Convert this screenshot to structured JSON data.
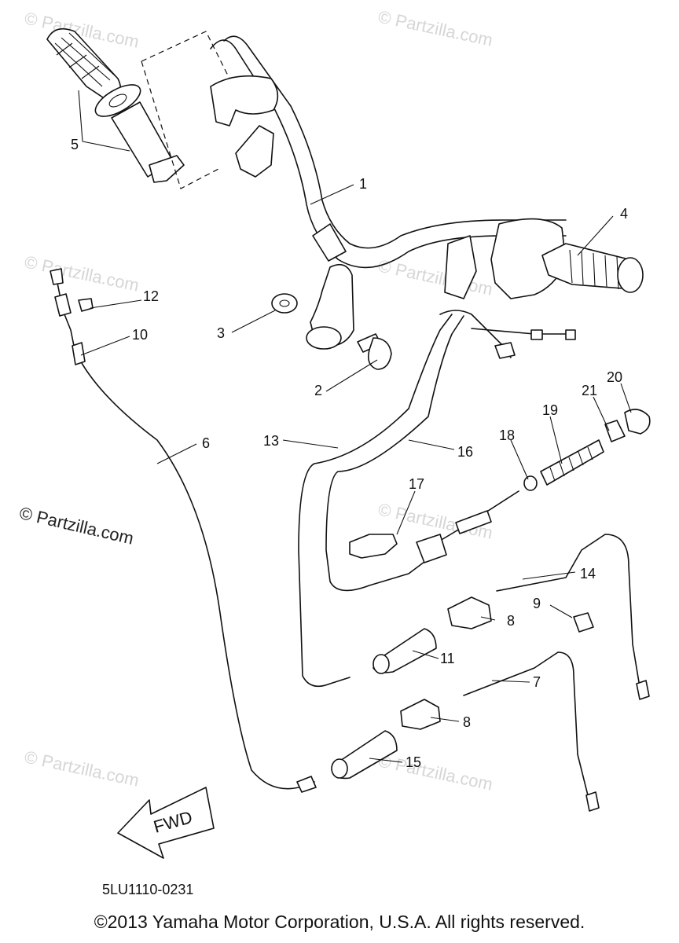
{
  "watermark": "© Partzilla.com",
  "side_watermark": "© Partzilla.com",
  "fwd_label": "FWD",
  "diagram_code": "5LU1110-0231",
  "copyright": "©2013 Yamaha Motor Corporation, U.S.A. All rights reserved.",
  "callouts": [
    "1",
    "2",
    "3",
    "4",
    "5",
    "6",
    "7",
    "8",
    "8",
    "9",
    "10",
    "11",
    "12",
    "13",
    "14",
    "15",
    "16",
    "17",
    "18",
    "19",
    "20",
    "21"
  ]
}
